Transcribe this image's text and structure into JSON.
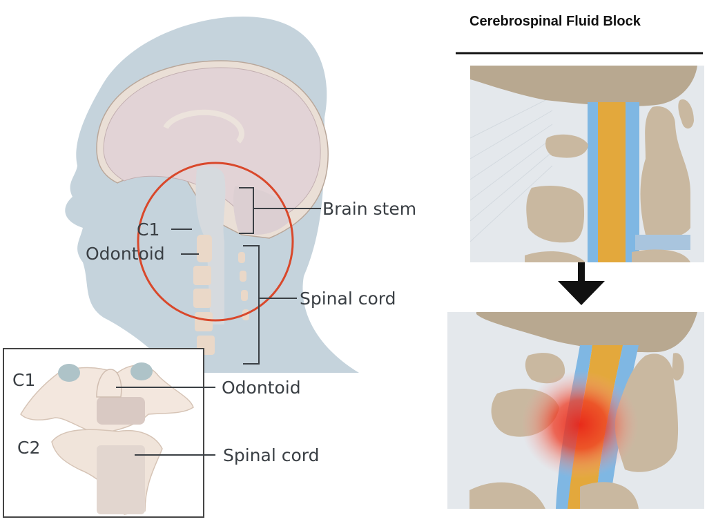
{
  "left_panel": {
    "labels": {
      "brain_stem": "Brain stem",
      "c1": "C1",
      "odontoid": "Odontoid",
      "spinal_cord": "Spinal cord"
    },
    "inset": {
      "c1": "C1",
      "c2": "C2",
      "odontoid": "Odontoid",
      "spinal_cord": "Spinal cord"
    }
  },
  "right_panel": {
    "title": "Cerebrospinal Fluid Block",
    "top_image": "normal-csf-flow-illustration",
    "bottom_image": "blocked-csf-flow-illustration",
    "arrow": "down-arrow-icon"
  },
  "colors": {
    "head_silhouette": "#c5d3dc",
    "brain": "#e2d3d6",
    "skull": "#eadfd6",
    "highlight_circle": "#d9482b",
    "bone": "#c9b8a0",
    "csf_blue": "#7fb7e3",
    "spinal_cord_yellow": "#e3a83c",
    "inflammation_red": "#e82418",
    "ligament": "#e4e8ec"
  }
}
